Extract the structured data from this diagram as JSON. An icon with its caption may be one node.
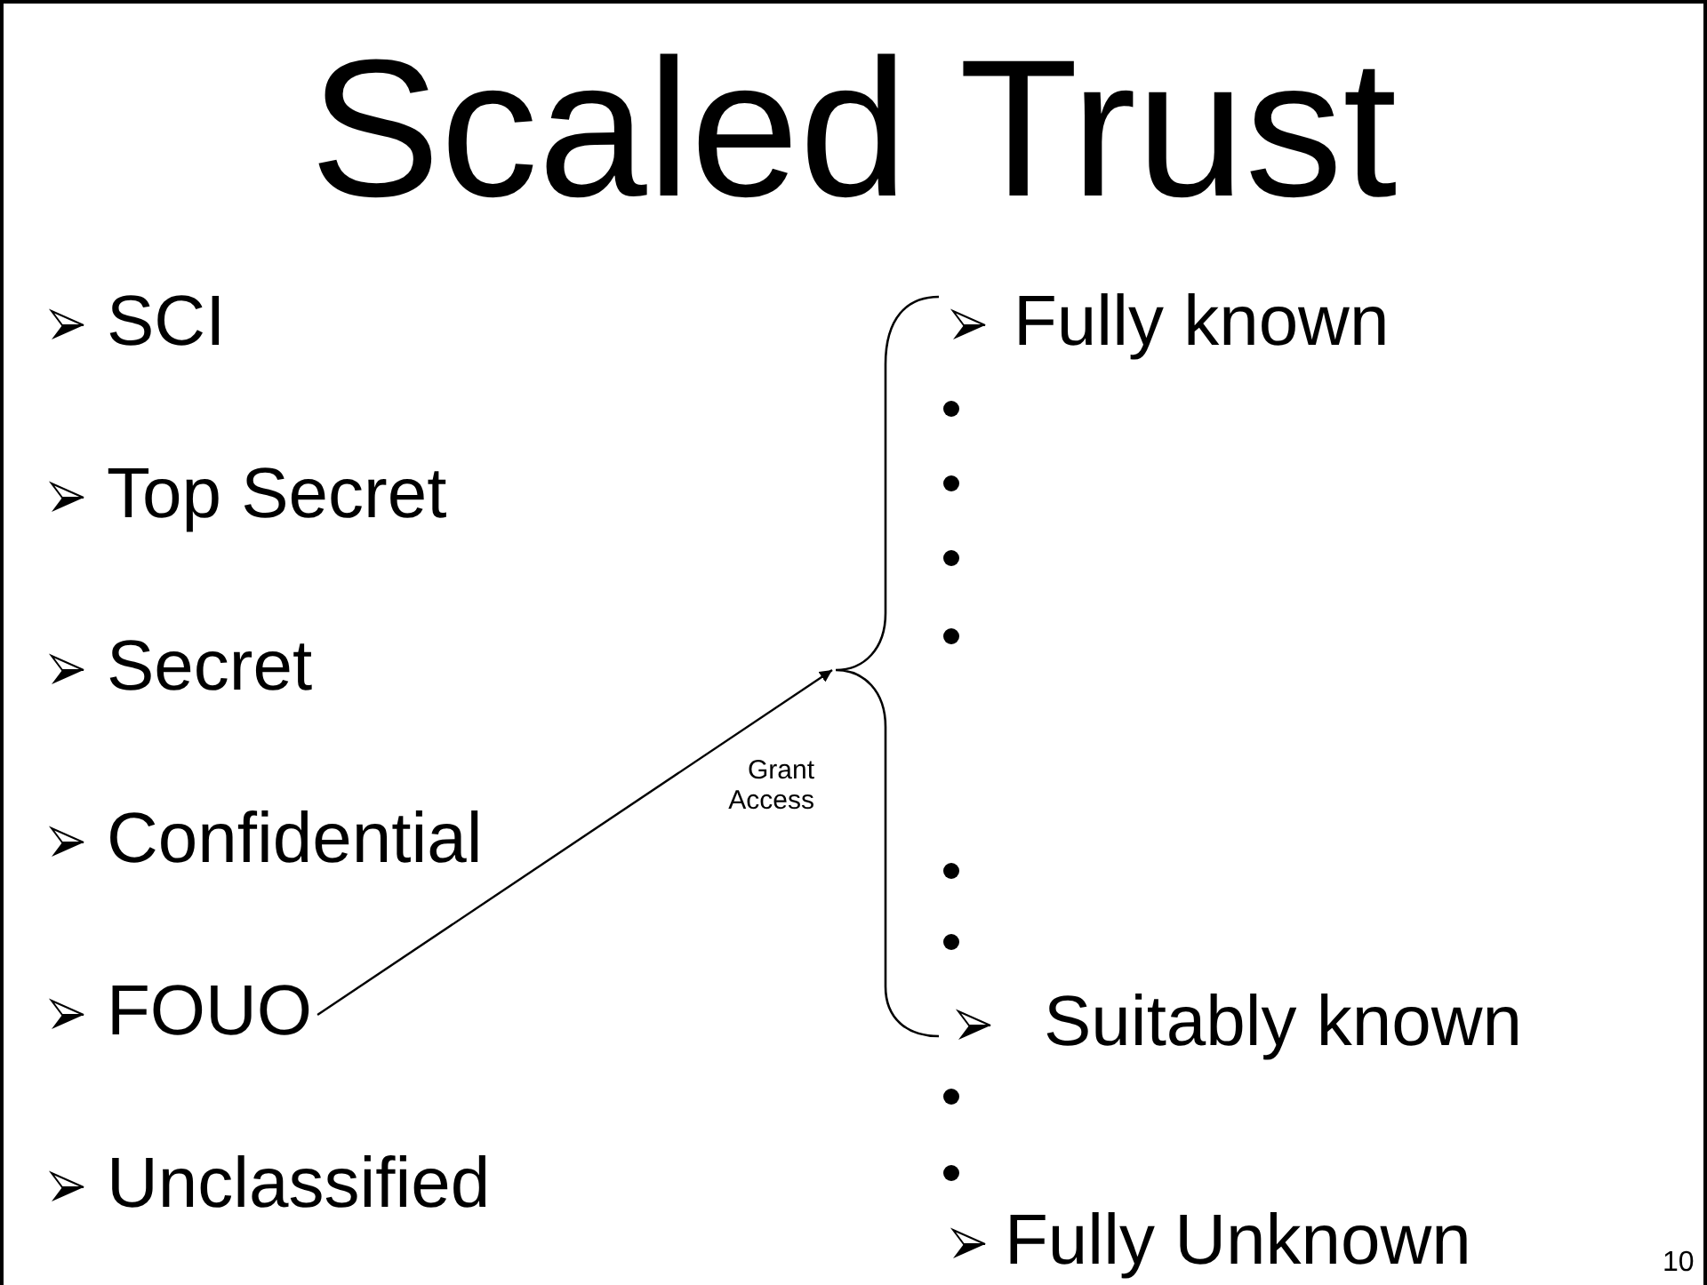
{
  "diagram": {
    "title": "Scaled Trust",
    "nodes": [
      {
        "text": [
          "FOUO"
        ]
      },
      {
        "text": [],
        "shape": "brace"
      }
    ],
    "edges": [
      {
        "from": 0,
        "to": 1,
        "arrow": "to",
        "label": "Grant Access"
      }
    ],
    "labels": [
      "SCI",
      "Top Secret",
      "Secret",
      "Confidential",
      "Unclassified",
      "Fully known",
      "Suitably known",
      "Fully Unknown",
      "10"
    ]
  }
}
